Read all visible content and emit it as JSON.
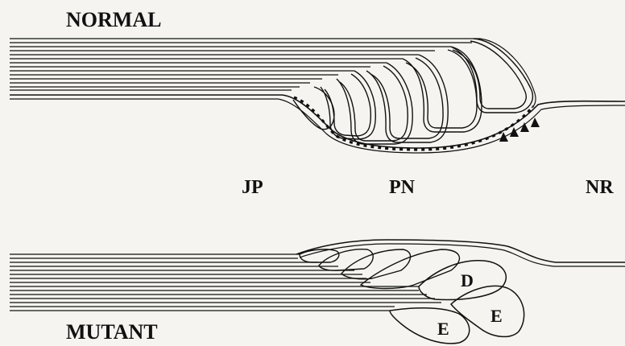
{
  "labels": {
    "normal": "NORMAL",
    "mutant": "MUTANT",
    "jp": "JP",
    "pn": "PN",
    "nr": "NR",
    "d": "D",
    "e1": "E",
    "e2": "E"
  },
  "colors": {
    "background": "#f5f4f0",
    "ink": "#111111"
  },
  "icons": {
    "arrowheads": "black-triangle-arrowheads"
  }
}
